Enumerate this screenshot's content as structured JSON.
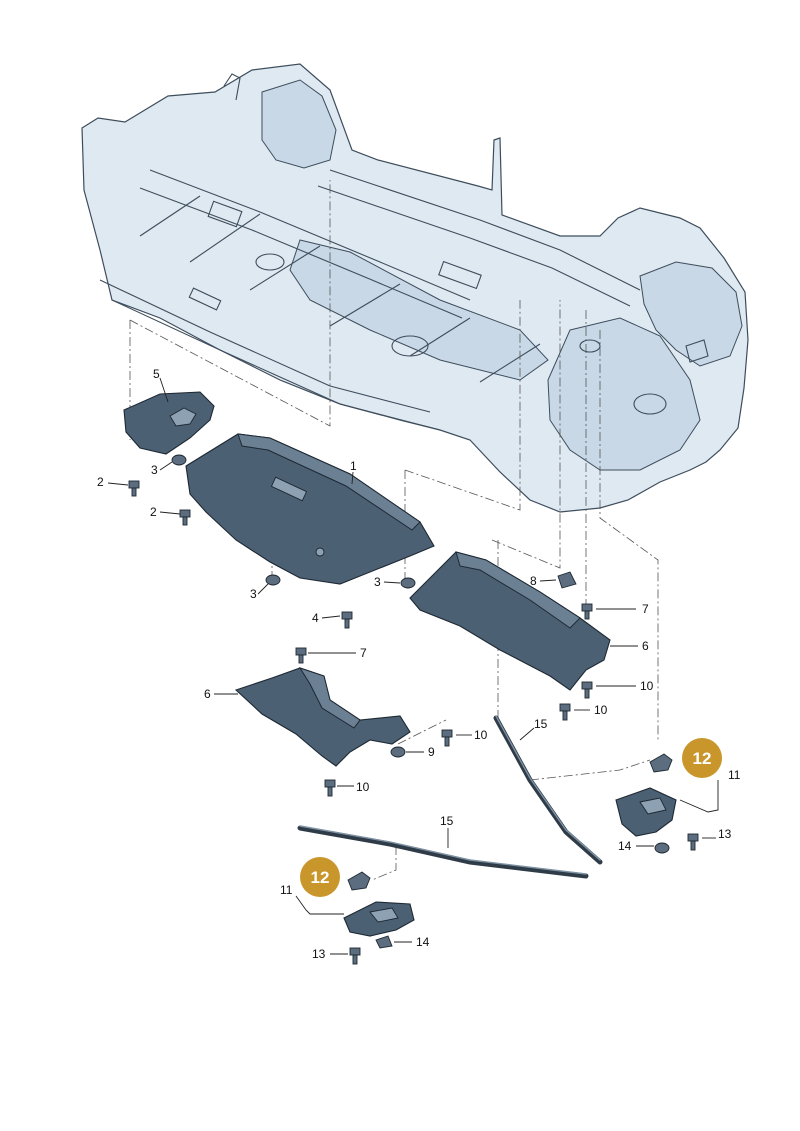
{
  "callouts": {
    "c1": "1",
    "c2a": "2",
    "c2b": "2",
    "c3a": "3",
    "c3b": "3",
    "c3c": "3",
    "c4": "4",
    "c5": "5",
    "c6a": "6",
    "c6b": "6",
    "c7a": "7",
    "c7b": "7",
    "c8": "8",
    "c9": "9",
    "c10a": "10",
    "c10b": "10",
    "c10c": "10",
    "c10d": "10",
    "c11a": "11",
    "c11b": "11",
    "c13a": "13",
    "c13b": "13",
    "c14a": "14",
    "c14b": "14",
    "c15a": "15",
    "c15b": "15"
  },
  "badges": {
    "b12a": "12",
    "b12b": "12"
  },
  "colors": {
    "badge": "#c9962b",
    "body_tint": "#dfe9f2",
    "part_dark": "#4c6073"
  }
}
